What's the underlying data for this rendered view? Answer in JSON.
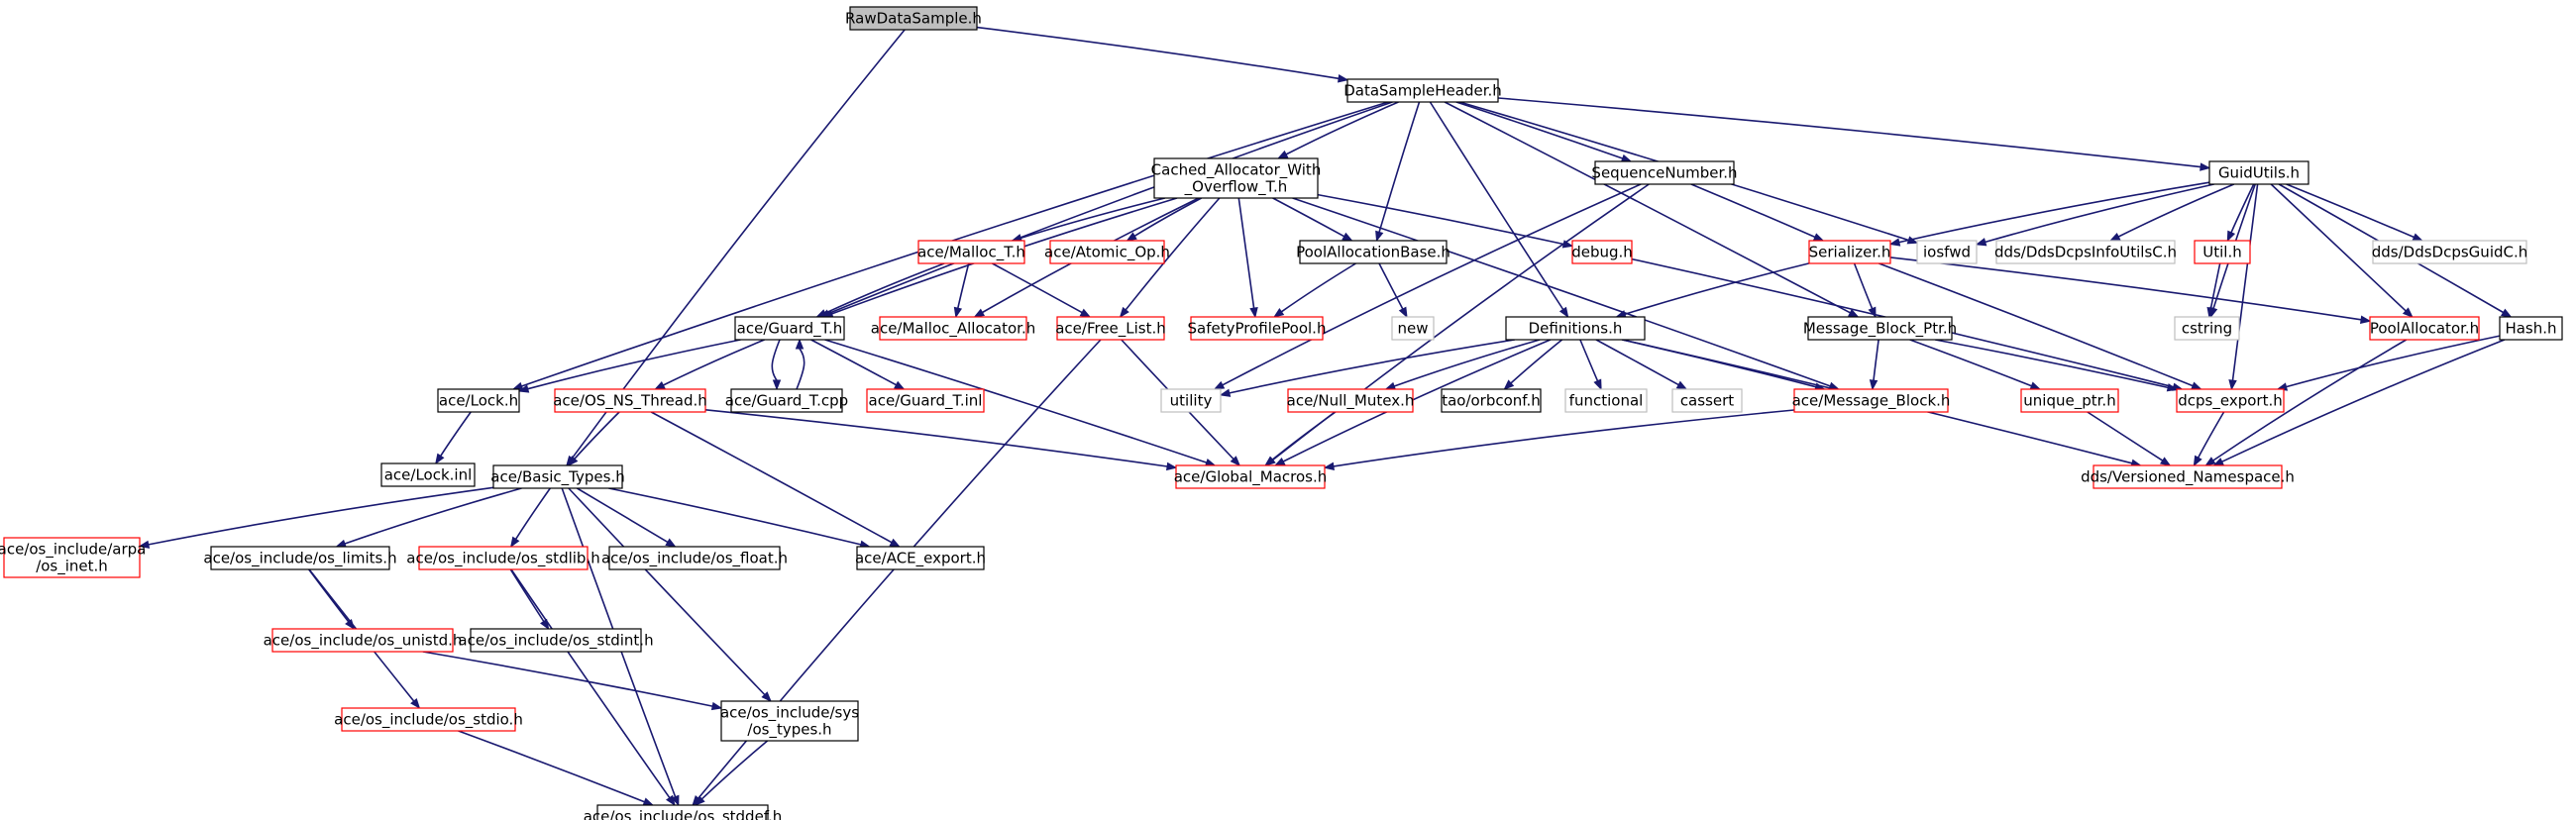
{
  "title": "",
  "colors": {
    "edge": "#191970",
    "text": "#000000",
    "normal_border": "#000000",
    "red_border": "#ff0000",
    "gray_border": "#bfbfbf",
    "root_fill": "#bfbfbf",
    "fill": "#ffffff"
  },
  "nodes": [
    {
      "id": "n0",
      "label": "RawDataSample.h",
      "style": "root"
    },
    {
      "id": "n1",
      "label": "DataSampleHeader.h",
      "style": "normal"
    },
    {
      "id": "n2",
      "label": "Cached_Allocator_With\n_Overflow_T.h",
      "style": "normal"
    },
    {
      "id": "n3",
      "label": "SequenceNumber.h",
      "style": "normal"
    },
    {
      "id": "n4",
      "label": "GuidUtils.h",
      "style": "normal"
    },
    {
      "id": "n5",
      "label": "ace/Malloc_T.h",
      "style": "red"
    },
    {
      "id": "n6",
      "label": "ace/Atomic_Op.h",
      "style": "red"
    },
    {
      "id": "n7",
      "label": "PoolAllocationBase.h",
      "style": "normal"
    },
    {
      "id": "n8",
      "label": "debug.h",
      "style": "red"
    },
    {
      "id": "n9",
      "label": "Serializer.h",
      "style": "red"
    },
    {
      "id": "n10",
      "label": "iosfwd",
      "style": "gray"
    },
    {
      "id": "n11",
      "label": "dds/DdsDcpsInfoUtilsC.h",
      "style": "gray"
    },
    {
      "id": "n12",
      "label": "Util.h",
      "style": "red"
    },
    {
      "id": "n13",
      "label": "dds/DdsDcpsGuidC.h",
      "style": "gray"
    },
    {
      "id": "n14",
      "label": "ace/Guard_T.h",
      "style": "normal"
    },
    {
      "id": "n15",
      "label": "ace/Malloc_Allocator.h",
      "style": "red"
    },
    {
      "id": "n16",
      "label": "ace/Free_List.h",
      "style": "red"
    },
    {
      "id": "n17",
      "label": "SafetyProfilePool.h",
      "style": "red"
    },
    {
      "id": "n18",
      "label": "new",
      "style": "gray"
    },
    {
      "id": "n19",
      "label": "Definitions.h",
      "style": "normal"
    },
    {
      "id": "n20",
      "label": "Message_Block_Ptr.h",
      "style": "normal"
    },
    {
      "id": "n21",
      "label": "PoolAllocator.h",
      "style": "red"
    },
    {
      "id": "n22",
      "label": "cstring",
      "style": "gray"
    },
    {
      "id": "n23",
      "label": "Hash.h",
      "style": "normal"
    },
    {
      "id": "n24",
      "label": "ace/Lock.h",
      "style": "normal"
    },
    {
      "id": "n25",
      "label": "ace/OS_NS_Thread.h",
      "style": "red"
    },
    {
      "id": "n26",
      "label": "ace/Guard_T.cpp",
      "style": "normal"
    },
    {
      "id": "n27",
      "label": "ace/Guard_T.inl",
      "style": "red"
    },
    {
      "id": "n28",
      "label": "utility",
      "style": "gray"
    },
    {
      "id": "n29",
      "label": "ace/Null_Mutex.h",
      "style": "red"
    },
    {
      "id": "n30",
      "label": "tao/orbconf.h",
      "style": "normal"
    },
    {
      "id": "n31",
      "label": "functional",
      "style": "gray"
    },
    {
      "id": "n32",
      "label": "cassert",
      "style": "gray"
    },
    {
      "id": "n33",
      "label": "ace/Message_Block.h",
      "style": "red"
    },
    {
      "id": "n34",
      "label": "unique_ptr.h",
      "style": "red"
    },
    {
      "id": "n35",
      "label": "dcps_export.h",
      "style": "red"
    },
    {
      "id": "n36",
      "label": "ace/Lock.inl",
      "style": "normal"
    },
    {
      "id": "n37",
      "label": "ace/Basic_Types.h",
      "style": "normal"
    },
    {
      "id": "n38",
      "label": "ace/Global_Macros.h",
      "style": "red"
    },
    {
      "id": "n39",
      "label": "dds/Versioned_Namespace.h",
      "style": "red"
    },
    {
      "id": "n40",
      "label": "ace/os_include/arpa\n/os_inet.h",
      "style": "red"
    },
    {
      "id": "n41",
      "label": "ace/os_include/os_limits.h",
      "style": "normal"
    },
    {
      "id": "n42",
      "label": "ace/os_include/os_stdlib.h",
      "style": "red"
    },
    {
      "id": "n43",
      "label": "ace/os_include/os_float.h",
      "style": "normal"
    },
    {
      "id": "n44",
      "label": "ace/ACE_export.h",
      "style": "normal"
    },
    {
      "id": "n45",
      "label": "ace/os_include/os_unistd.h",
      "style": "red"
    },
    {
      "id": "n46",
      "label": "ace/os_include/os_stdint.h",
      "style": "normal"
    },
    {
      "id": "n47",
      "label": "ace/os_include/os_stdio.h",
      "style": "red"
    },
    {
      "id": "n48",
      "label": "ace/os_include/sys\n/os_types.h",
      "style": "normal"
    },
    {
      "id": "n49",
      "label": "ace/os_include/os_stddef.h",
      "style": "normal"
    }
  ],
  "edges": [
    [
      "n0",
      "n1"
    ],
    [
      "n0",
      "n37"
    ],
    [
      "n1",
      "n2"
    ],
    [
      "n1",
      "n3"
    ],
    [
      "n1",
      "n4"
    ],
    [
      "n1",
      "n7"
    ],
    [
      "n1",
      "n10"
    ],
    [
      "n1",
      "n14"
    ],
    [
      "n1",
      "n19"
    ],
    [
      "n1",
      "n20"
    ],
    [
      "n1",
      "n24"
    ],
    [
      "n2",
      "n5"
    ],
    [
      "n2",
      "n6"
    ],
    [
      "n2",
      "n7"
    ],
    [
      "n2",
      "n8"
    ],
    [
      "n2",
      "n14"
    ],
    [
      "n2",
      "n15"
    ],
    [
      "n2",
      "n16"
    ],
    [
      "n2",
      "n17"
    ],
    [
      "n2",
      "n33"
    ],
    [
      "n3",
      "n9"
    ],
    [
      "n3",
      "n28"
    ],
    [
      "n3",
      "n38"
    ],
    [
      "n4",
      "n9"
    ],
    [
      "n4",
      "n10"
    ],
    [
      "n4",
      "n11"
    ],
    [
      "n4",
      "n12"
    ],
    [
      "n4",
      "n13"
    ],
    [
      "n4",
      "n21"
    ],
    [
      "n4",
      "n22"
    ],
    [
      "n4",
      "n23"
    ],
    [
      "n4",
      "n35"
    ],
    [
      "n5",
      "n14"
    ],
    [
      "n5",
      "n15"
    ],
    [
      "n5",
      "n16"
    ],
    [
      "n7",
      "n17"
    ],
    [
      "n7",
      "n18"
    ],
    [
      "n8",
      "n35"
    ],
    [
      "n9",
      "n19"
    ],
    [
      "n9",
      "n20"
    ],
    [
      "n9",
      "n21"
    ],
    [
      "n9",
      "n35"
    ],
    [
      "n12",
      "n22"
    ],
    [
      "n14",
      "n24"
    ],
    [
      "n14",
      "n25"
    ],
    [
      "n14",
      "n26"
    ],
    [
      "n14",
      "n27"
    ],
    [
      "n14",
      "n38"
    ],
    [
      "n26",
      "n14"
    ],
    [
      "n16",
      "n38"
    ],
    [
      "n16",
      "n49"
    ],
    [
      "n19",
      "n28"
    ],
    [
      "n19",
      "n29"
    ],
    [
      "n19",
      "n30"
    ],
    [
      "n19",
      "n31"
    ],
    [
      "n19",
      "n32"
    ],
    [
      "n19",
      "n33"
    ],
    [
      "n19",
      "n38"
    ],
    [
      "n19",
      "n39"
    ],
    [
      "n20",
      "n33"
    ],
    [
      "n20",
      "n34"
    ],
    [
      "n20",
      "n35"
    ],
    [
      "n21",
      "n39"
    ],
    [
      "n23",
      "n35"
    ],
    [
      "n23",
      "n39"
    ],
    [
      "n24",
      "n36"
    ],
    [
      "n25",
      "n37"
    ],
    [
      "n25",
      "n38"
    ],
    [
      "n25",
      "n44"
    ],
    [
      "n29",
      "n38"
    ],
    [
      "n33",
      "n38"
    ],
    [
      "n34",
      "n39"
    ],
    [
      "n35",
      "n39"
    ],
    [
      "n37",
      "n40"
    ],
    [
      "n37",
      "n41"
    ],
    [
      "n37",
      "n42"
    ],
    [
      "n37",
      "n43"
    ],
    [
      "n37",
      "n44"
    ],
    [
      "n37",
      "n48"
    ],
    [
      "n37",
      "n49"
    ],
    [
      "n41",
      "n45"
    ],
    [
      "n41",
      "n47"
    ],
    [
      "n42",
      "n46"
    ],
    [
      "n42",
      "n49"
    ],
    [
      "n45",
      "n48"
    ],
    [
      "n47",
      "n49"
    ],
    [
      "n48",
      "n49"
    ]
  ]
}
